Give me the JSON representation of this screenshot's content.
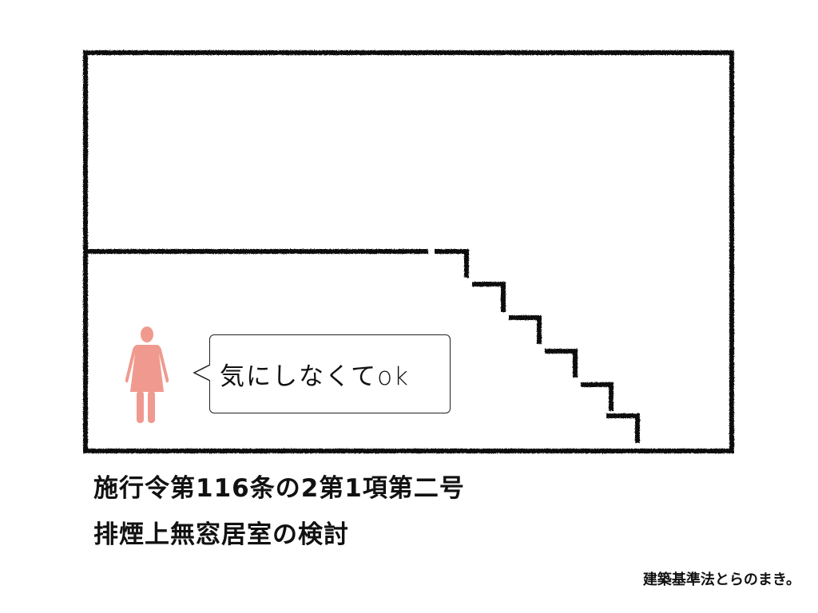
{
  "speech_bubble": {
    "text": "気にしなくてok"
  },
  "titles": {
    "line1": "施行令第116条の2第1項第二号",
    "line2": "排煙上無窓居室の検討"
  },
  "credit": "建築基準法とらのまき。",
  "colors": {
    "person": "#f09a8f",
    "line": "#111111"
  }
}
